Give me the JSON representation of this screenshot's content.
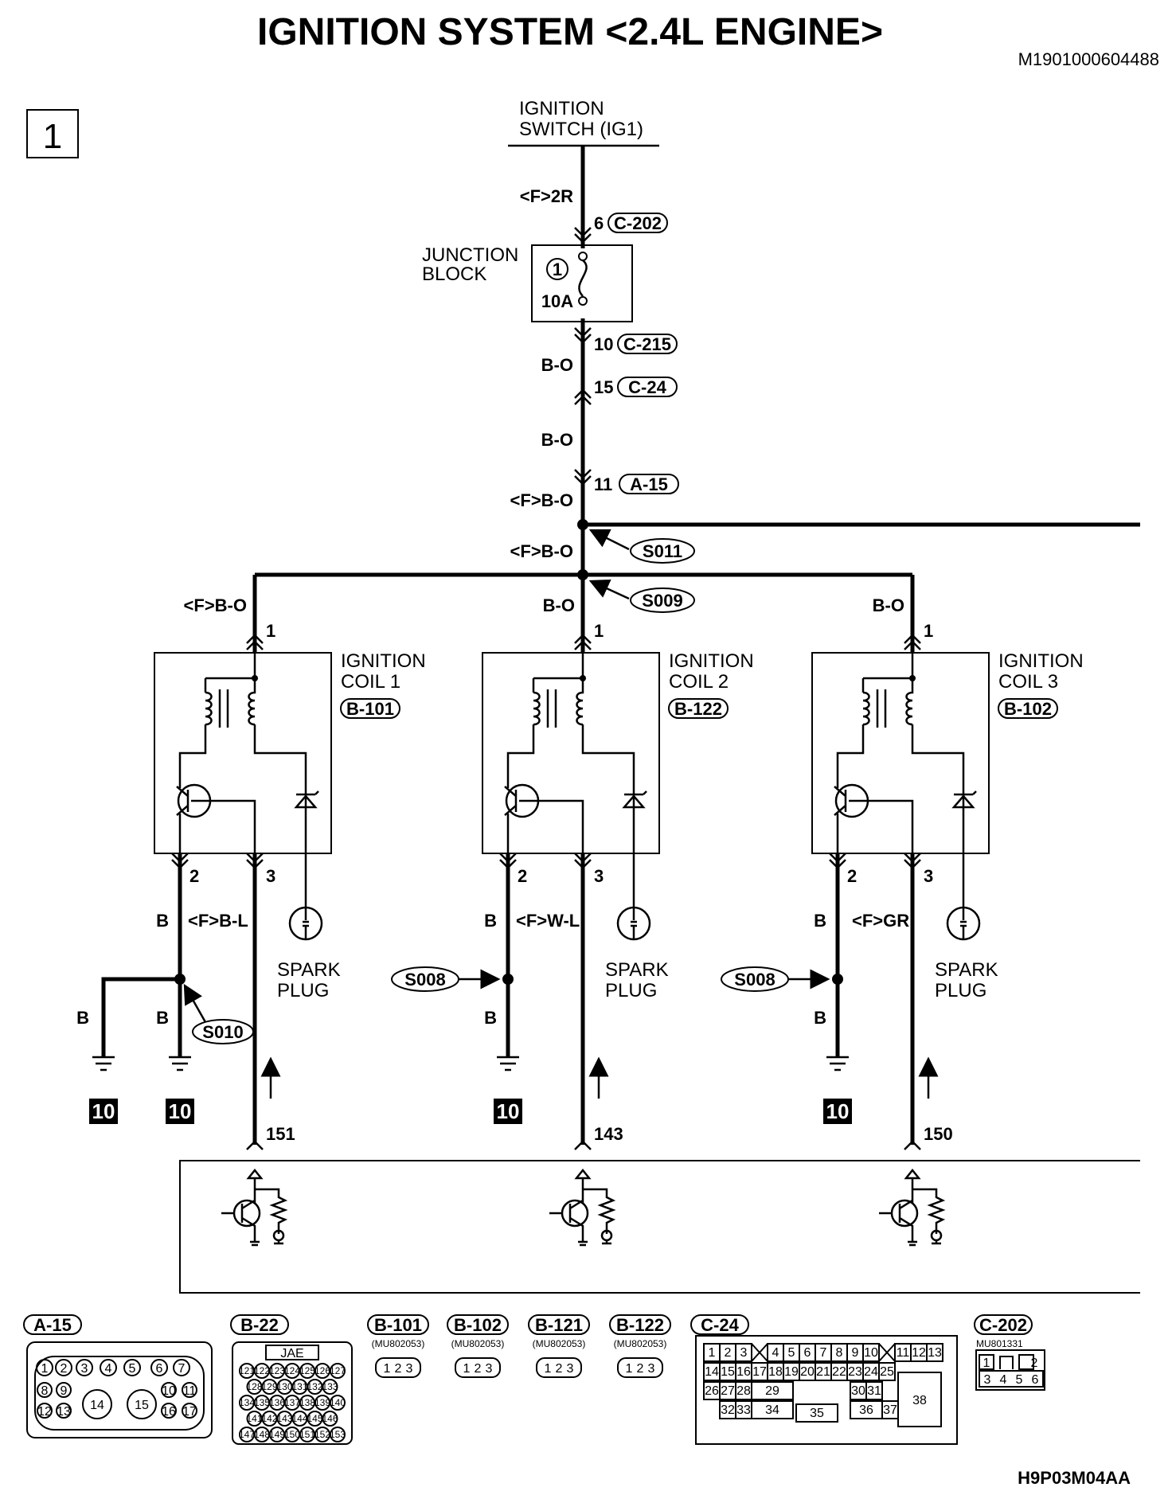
{
  "title": "IGNITION SYSTEM <2.4L ENGINE>",
  "doc_code": "M1901000604488",
  "page_number": "1",
  "figure_code": "H9P03M04AA",
  "ignition_switch": {
    "line1": "IGNITION",
    "line2": "SWITCH (IG1)"
  },
  "main_wire": {
    "w1": "<F>2R",
    "pin_c202": "6",
    "conn_c202": "C-202",
    "junction_block_line1": "JUNCTION",
    "junction_block_line2": "BLOCK",
    "fuse_no": "1",
    "fuse_rating": "10A",
    "pin_c215": "10",
    "conn_c215": "C-215",
    "w2": "B-O",
    "pin_c24": "15",
    "conn_c24": "C-24",
    "w3": "B-O",
    "pin_a15": "11",
    "conn_a15": "A-15",
    "w4": "<F>B-O",
    "w5": "<F>B-O",
    "splice_s011": "S011",
    "splice_s009": "S009"
  },
  "coils": [
    {
      "name_line1": "IGNITION",
      "name_line2": "COIL 1",
      "connector": "B-101",
      "feed_wire": "<F>B-O",
      "pin1": "1",
      "pin2": "2",
      "pin3": "3",
      "ground_wire": "B",
      "signal_wire": "<F>B-L",
      "splice": "S010",
      "ground_wire2": "B",
      "ground_wire3": "B",
      "ground_tag1": "10",
      "ground_tag2": "10",
      "spark_line1": "SPARK",
      "spark_line2": "PLUG",
      "ecm_pin": "151"
    },
    {
      "name_line1": "IGNITION",
      "name_line2": "COIL 2",
      "connector": "B-122",
      "feed_wire": "B-O",
      "pin1": "1",
      "pin2": "2",
      "pin3": "3",
      "ground_wire": "B",
      "signal_wire": "<F>W-L",
      "splice": "S008",
      "ground_wire2": "B",
      "ground_tag1": "10",
      "spark_line1": "SPARK",
      "spark_line2": "PLUG",
      "ecm_pin": "143"
    },
    {
      "name_line1": "IGNITION",
      "name_line2": "COIL 3",
      "connector": "B-102",
      "feed_wire": "B-O",
      "pin1": "1",
      "pin2": "2",
      "pin3": "3",
      "ground_wire": "B",
      "signal_wire": "<F>GR",
      "splice": "S008",
      "ground_wire2": "B",
      "ground_tag1": "10",
      "spark_line1": "SPARK",
      "spark_line2": "PLUG",
      "ecm_pin": "150"
    }
  ],
  "connectors": {
    "a15": {
      "label": "A-15",
      "row1": [
        "1",
        "2",
        "3",
        "4",
        "5",
        "6",
        "7"
      ],
      "row2a": [
        "8",
        "9"
      ],
      "big": [
        "14",
        "15"
      ],
      "row2b": [
        "10",
        "11"
      ],
      "row3a": [
        "12",
        "13"
      ],
      "row3b": [
        "16",
        "17"
      ]
    },
    "b22": {
      "label": "B-22",
      "maker": "JAE",
      "rows": [
        [
          "121",
          "122",
          "123",
          "124",
          "125",
          "126",
          "127"
        ],
        [
          "128",
          "129",
          "130",
          "131",
          "132",
          "133"
        ],
        [
          "134",
          "135",
          "136",
          "137",
          "138",
          "139",
          "140"
        ],
        [
          "141",
          "142",
          "143",
          "144",
          "145",
          "146"
        ],
        [
          "147",
          "148",
          "149",
          "150",
          "151",
          "152",
          "153"
        ]
      ]
    },
    "b101": {
      "label": "B-101",
      "part": "(MU802053)",
      "pins": [
        "1",
        "2",
        "3"
      ]
    },
    "b102": {
      "label": "B-102",
      "part": "(MU802053)",
      "pins": [
        "1",
        "2",
        "3"
      ]
    },
    "b121": {
      "label": "B-121",
      "part": "(MU802053)",
      "pins": [
        "1",
        "2",
        "3"
      ]
    },
    "b122": {
      "label": "B-122",
      "part": "(MU802053)",
      "pins": [
        "1",
        "2",
        "3"
      ]
    },
    "c24": {
      "label": "C-24",
      "row1a": [
        "1",
        "2",
        "3"
      ],
      "row1b": [
        "4",
        "5",
        "6",
        "7",
        "8",
        "9",
        "10"
      ],
      "row1c": [
        "11",
        "12",
        "13"
      ],
      "row2": [
        "14",
        "15",
        "16",
        "17",
        "18",
        "19",
        "20",
        "21",
        "22",
        "23",
        "24",
        "25"
      ],
      "row3": [
        "26",
        "27",
        "28",
        "29",
        "30",
        "31"
      ],
      "row4": [
        "32",
        "33",
        "34",
        "35",
        "36",
        "37"
      ],
      "big": "38"
    },
    "c202": {
      "label": "C-202",
      "part": "MU801331",
      "top": [
        "1",
        "2"
      ],
      "bottom": [
        "3",
        "4",
        "5",
        "6"
      ]
    }
  }
}
